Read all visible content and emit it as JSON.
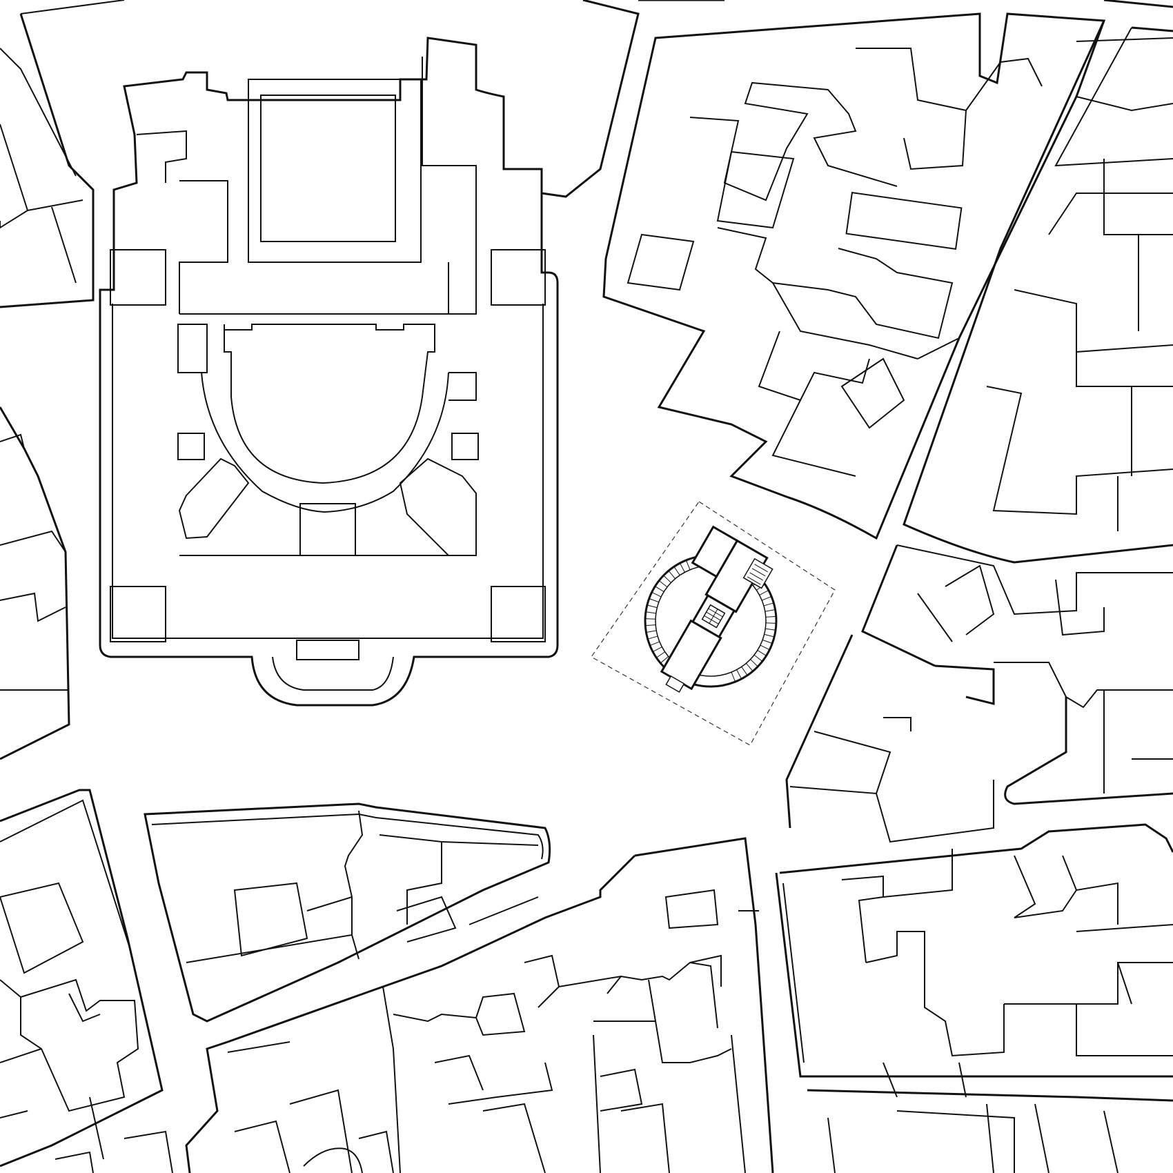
{
  "drawing": {
    "type": "site-plan",
    "style": "black line drawing on white",
    "background_color": "#ffffff",
    "line_color": "#111111"
  },
  "features": [
    {
      "name": "church-with-cloister",
      "kind": "building-with-apse-and-courtyard"
    },
    {
      "name": "circular-pavilion",
      "kind": "new-round-building"
    },
    {
      "name": "pavilion-site-boundary",
      "kind": "dashed-boundary"
    },
    {
      "name": "city-blocks",
      "kind": "surrounding-urban-fabric"
    }
  ]
}
